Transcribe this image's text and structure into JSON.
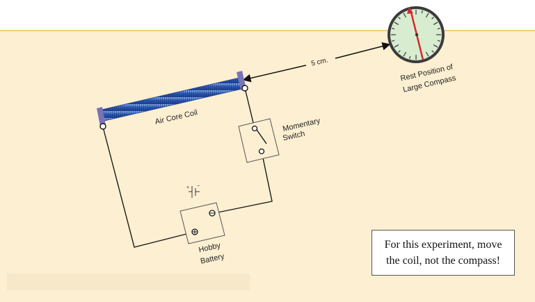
{
  "labels": {
    "distance": "5 cm.",
    "compass_caption": [
      "Rest Position of",
      "Large Compass"
    ],
    "coil": "Air Core Coil",
    "switch": [
      "Momentary",
      "Switch"
    ],
    "battery": [
      "Hobby",
      "Battery"
    ],
    "battery_plus": "+",
    "battery_minus": "−"
  },
  "note": {
    "line1": "For this experiment, move",
    "line2": "the coil, not the compass!"
  },
  "colors": {
    "background_panel": "#fdf0d2",
    "panel_border": "#f2cf7a",
    "coil": "#2d5bb8",
    "coil_ends": "#7b73b8",
    "compass_face": "#d8ecd0",
    "needle": "#d42a2a"
  }
}
